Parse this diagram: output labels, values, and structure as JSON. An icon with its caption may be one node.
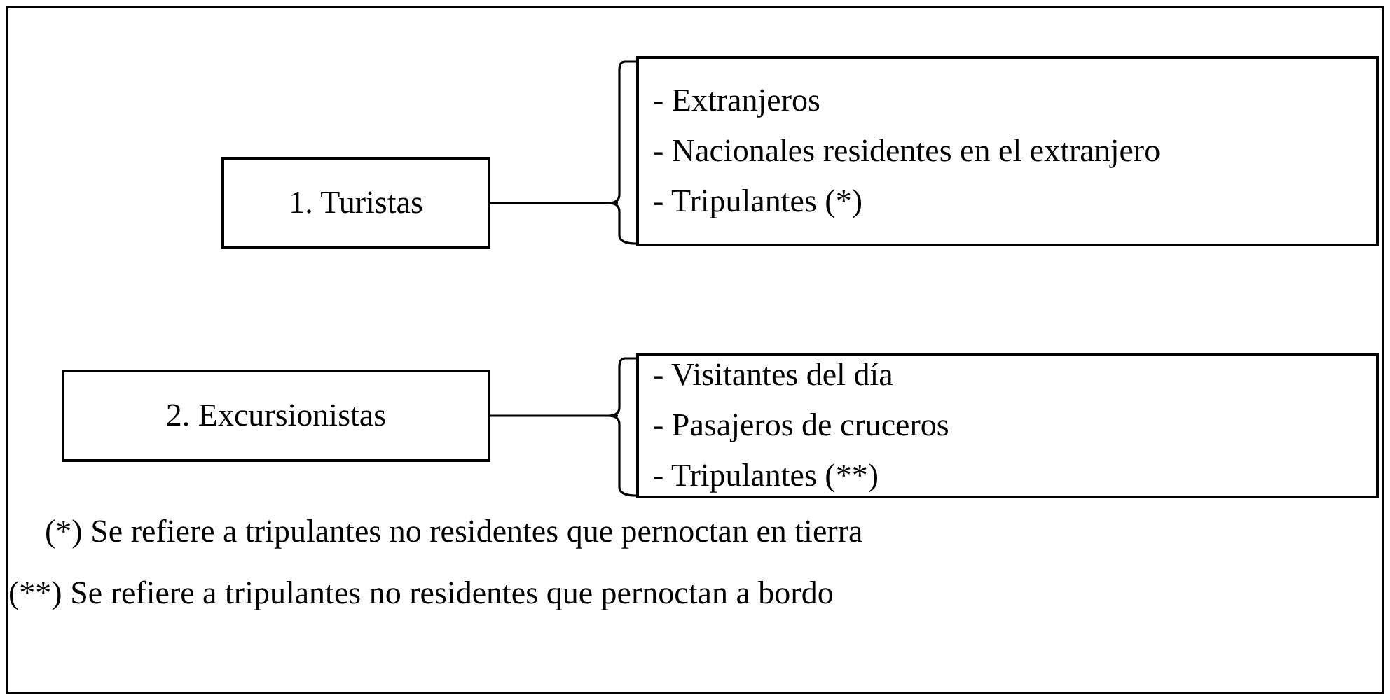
{
  "diagram": {
    "nodes": [
      {
        "text": [
          "(*) Se refiere a tripulantes no residentes que pernoctan en tierra",
          "(**) Se refiere a tripulantes no residentes que pernoctan a bordo"
        ]
      },
      {
        "text": [
          "1. Turistas"
        ],
        "in": 0
      },
      {
        "text": [
          "- Extranjeros",
          "- Nacionales residentes en el extranjero",
          "- Tripulantes (*)"
        ],
        "in": 0
      },
      {
        "text": [
          "2. Excursionistas"
        ],
        "in": 0
      },
      {
        "text": [
          "- Visitantes del día",
          "- Pasajeros de cruceros",
          "- Tripulantes (**)"
        ],
        "in": 0
      }
    ],
    "edges": [
      {
        "from": 1,
        "to": 2,
        "arrow": "other"
      },
      {
        "from": 3,
        "to": 4,
        "arrow": "other"
      }
    ]
  }
}
